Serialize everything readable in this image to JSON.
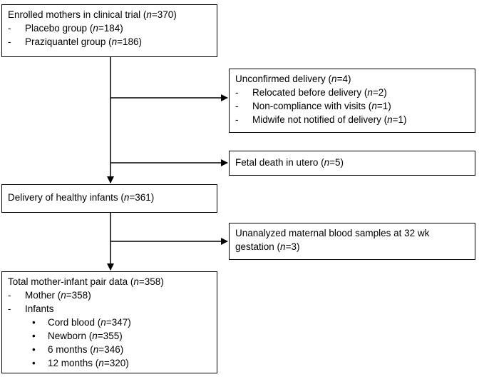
{
  "flowchart": {
    "enrolled": {
      "title_prefix": "Enrolled mothers in clinical trial (",
      "title_n": "n",
      "title_suffix": "=370)",
      "items": [
        {
          "prefix": "Placebo group (",
          "n": "n",
          "suffix": "=184)"
        },
        {
          "prefix": "Praziquantel group (",
          "n": "n",
          "suffix": "=186)"
        }
      ]
    },
    "unconfirmed": {
      "title_prefix": "Unconfirmed delivery (",
      "title_n": "n",
      "title_suffix": "=4)",
      "items": [
        {
          "prefix": "Relocated before delivery (",
          "n": "n",
          "suffix": "=2)"
        },
        {
          "prefix": "Non-compliance with visits (",
          "n": "n",
          "suffix": "=1)"
        },
        {
          "prefix": "Midwife not notified of delivery (",
          "n": "n",
          "suffix": "=1)"
        }
      ]
    },
    "fetal": {
      "prefix": "Fetal death in utero (",
      "n": "n",
      "suffix": "=5)"
    },
    "delivery": {
      "prefix": "Delivery of healthy infants (",
      "n": "n",
      "suffix": "=361)"
    },
    "unanalyzed": {
      "line1": "Unanalyzed maternal blood samples at 32 wk",
      "line2_prefix": "gestation (",
      "line2_n": "n",
      "line2_suffix": "=3)"
    },
    "total": {
      "title_prefix": "Total mother-infant pair data (",
      "title_n": "n",
      "title_suffix": "=358)",
      "mother": {
        "prefix": "Mother (",
        "n": "n",
        "suffix": "=358)"
      },
      "infants_label": "Infants",
      "infants": [
        {
          "prefix": "Cord blood (",
          "n": "n",
          "suffix": "=347)"
        },
        {
          "prefix": "Newborn (",
          "n": "n",
          "suffix": "=355)"
        },
        {
          "prefix": "6 months (",
          "n": "n",
          "suffix": "=346)"
        },
        {
          "prefix": "12 months (",
          "n": "n",
          "suffix": "=320)"
        }
      ]
    },
    "dash_glyph": "-",
    "bullet_glyph": "•"
  }
}
